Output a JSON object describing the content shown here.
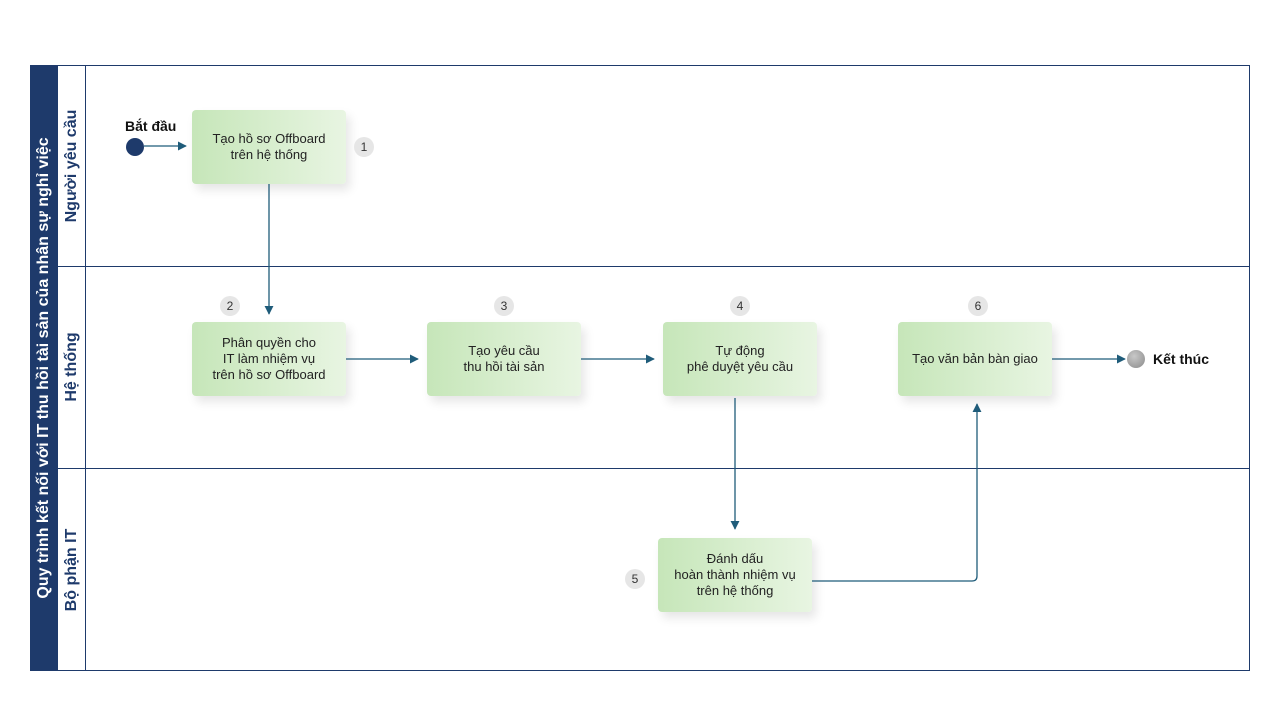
{
  "diagram": {
    "title": "Quy trình kết nối với IT thu hồi tài sản của nhân sự nghỉ việc",
    "lanes": [
      {
        "name": "Người yêu cầu"
      },
      {
        "name": "Hệ thống"
      },
      {
        "name": "Bộ phận IT"
      }
    ],
    "start_label": "Bắt đầu",
    "end_label": "Kết thúc",
    "steps": [
      {
        "number": "1",
        "text": "Tạo hồ sơ Offboard\ntrên hệ thống"
      },
      {
        "number": "2",
        "text": "Phân quyền cho\nIT làm nhiệm vụ\ntrên hồ sơ Offboard"
      },
      {
        "number": "3",
        "text": "Tạo yêu cầu\nthu hồi tài sản"
      },
      {
        "number": "4",
        "text": "Tự động\nphê duyệt yêu cầu"
      },
      {
        "number": "5",
        "text": "Đánh dấu\nhoàn thành nhiệm vụ\ntrên hệ thống"
      },
      {
        "number": "6",
        "text": "Tạo văn bản bàn giao"
      }
    ],
    "colors": {
      "primary": "#1e3a6b",
      "arrow": "#1f5c7a",
      "box_start": "#c6e6b9",
      "box_end": "#e8f5e2"
    }
  }
}
